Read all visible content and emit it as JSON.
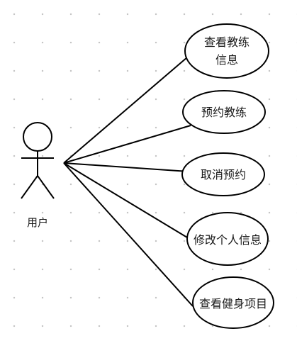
{
  "actor": {
    "name": "用户"
  },
  "use_cases": [
    {
      "id": "view-coach-info",
      "label": "查看教练信息"
    },
    {
      "id": "book-coach",
      "label": "预约教练"
    },
    {
      "id": "cancel-booking",
      "label": "取消预约"
    },
    {
      "id": "edit-personal-info",
      "label": "修改个人信息"
    },
    {
      "id": "view-fitness-items",
      "label": "查看健身项目"
    }
  ],
  "colors": {
    "stroke": "#000000",
    "text": "#1a1a1a",
    "grid_dot": "#c4c4c4",
    "background": "#ffffff"
  }
}
